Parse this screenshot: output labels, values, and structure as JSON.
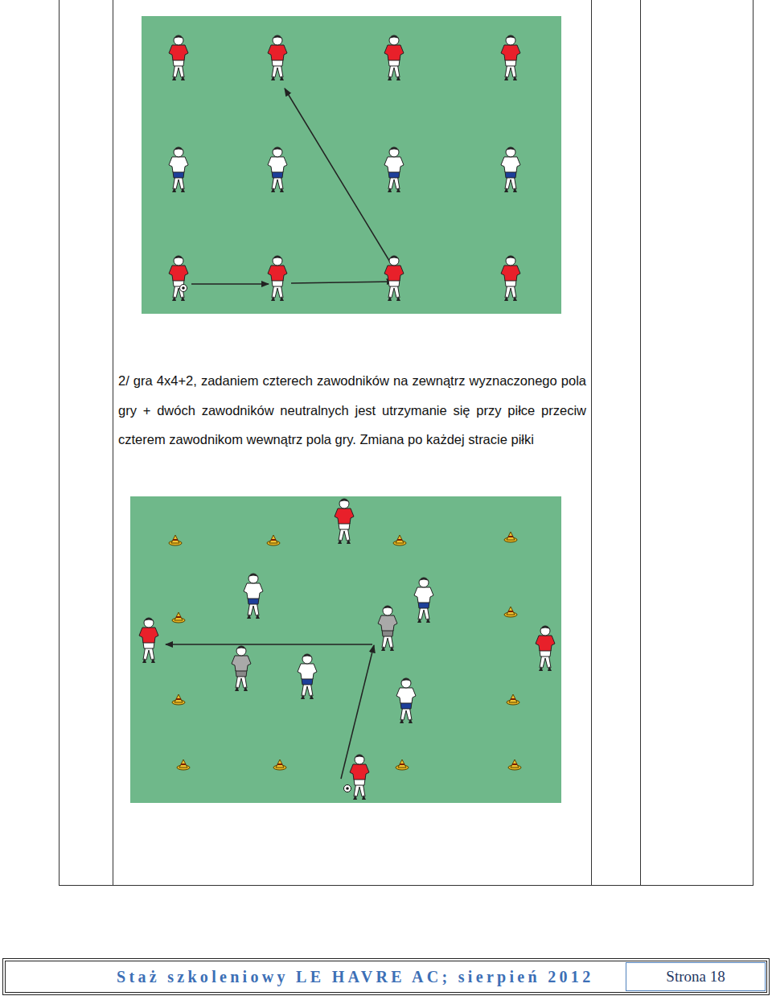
{
  "diagram": {
    "nodes": [
      {
        "text": [
          "Strona 18"
        ]
      }
    ],
    "labels": [
      "2/ gra 4x4+2, zadaniem czterech zawodników na zewnątrz wyznaczonego pola gry + dwóch zawodników neutralnych jest utrzymanie się przy piłce przeciw czterem zawodnikom wewnątrz pola gry. Zmiana po każdej stracie piłki",
      "Staż szkoleniowy LE HAVRE AC; sierpień 2012"
    ]
  }
}
